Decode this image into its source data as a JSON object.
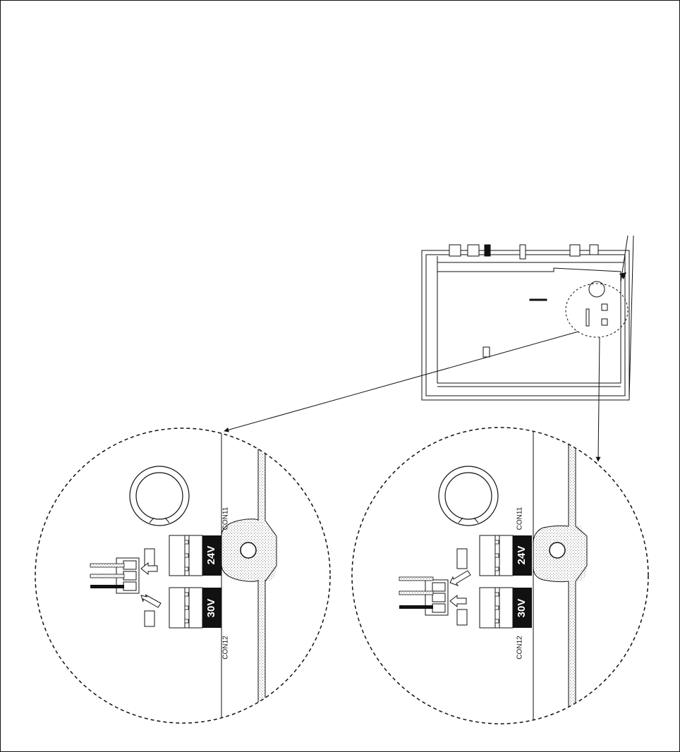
{
  "diagram": {
    "labels": {
      "upper_connector": "CON11",
      "lower_connector": "CON12",
      "upper_voltage": "24V",
      "lower_voltage": "30V"
    },
    "details": [
      {
        "position": "left",
        "plugged_into": "CON11",
        "plugged_voltage": "24V"
      },
      {
        "position": "right",
        "plugged_into": "CON12",
        "plugged_voltage": "30V"
      }
    ],
    "colors": {
      "line": "#111111",
      "stipple": "#e2e2e2",
      "terminal_fill": "#111111",
      "background": "#ffffff"
    }
  }
}
